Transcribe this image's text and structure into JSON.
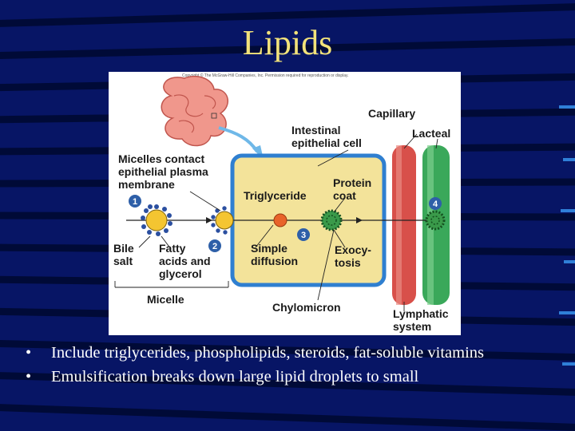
{
  "slide": {
    "title": "Lipids",
    "bullets": [
      "Include triglycerides, phospholipids, steroids, fat-soluble vitamins",
      "Emulsification breaks down large lipid droplets to small"
    ],
    "bullet_glyph": "•"
  },
  "figure": {
    "copyright": "Copyright © The McGraw-Hill Companies, Inc. Permission required for reproduction or display.",
    "labels": {
      "capillary": "Capillary",
      "lacteal": "Lacteal",
      "intestinal_cell_1": "Intestinal",
      "intestinal_cell_2": "epithelial cell",
      "micelles_1": "Micelles contact",
      "micelles_2": "epithelial plasma",
      "micelles_3": "membrane",
      "triglyceride": "Triglyceride",
      "protein_1": "Protein",
      "protein_2": "coat",
      "simple_1": "Simple",
      "simple_2": "diffusion",
      "exocy_1": "Exocy-",
      "exocy_2": "tosis",
      "bile_1": "Bile",
      "bile_2": "salt",
      "fatty_1": "Fatty",
      "fatty_2": "acids and",
      "fatty_3": "glycerol",
      "micelle": "Micelle",
      "chylomicron": "Chylomicron",
      "lymphatic_1": "Lymphatic",
      "lymphatic_2": "system"
    },
    "steps": [
      "1",
      "2",
      "3",
      "4"
    ],
    "colors": {
      "cell": "#f3e39a",
      "cell_border": "#2f7fd0",
      "capillary": "#d8504a",
      "lacteal": "#3aa85a",
      "step_badge": "#2e5fa8",
      "intestine": "#f0978c"
    }
  }
}
